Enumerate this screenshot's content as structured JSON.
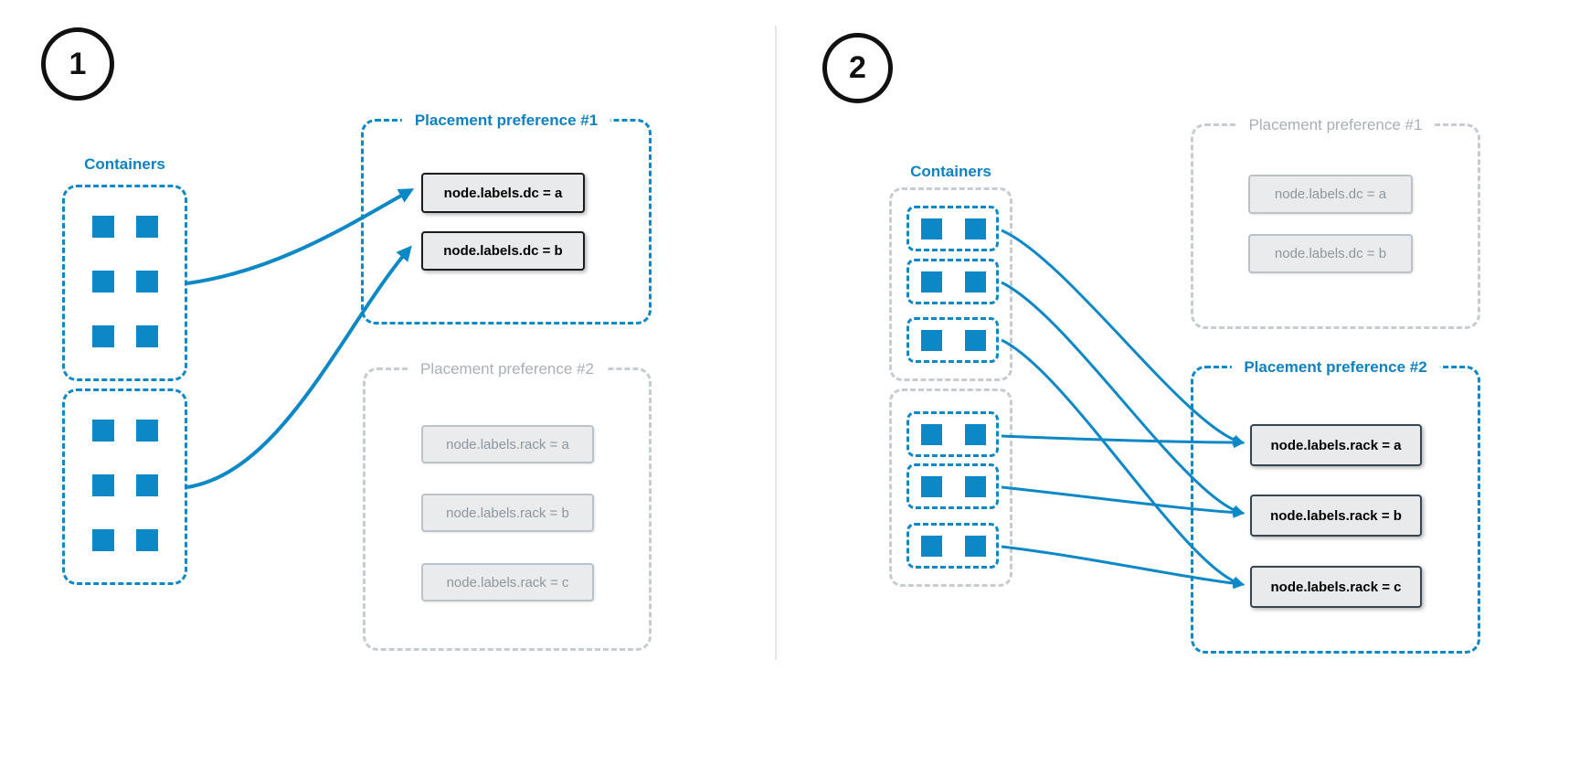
{
  "colors": {
    "blue": "#0b88c5",
    "blue_text": "#0e82c0",
    "gray_border": "#c6ccd0",
    "gray_text": "#a8b0b6",
    "item_fill": "#e8eaec",
    "item_border_active": "#1c1c1c",
    "item_border_active_slate": "#36454e",
    "item_text_inactive": "#8e979e",
    "divider": "#e6e6e6",
    "step_circle_border": "#111111"
  },
  "panel1": {
    "step": "1",
    "containers_label": "Containers",
    "container_groups": [
      {
        "container_count": 6
      },
      {
        "container_count": 6
      }
    ],
    "preferences": [
      {
        "title": "Placement preference #1",
        "state": "active",
        "items": [
          "node.labels.dc = a",
          "node.labels.dc = b"
        ]
      },
      {
        "title": "Placement preference #2",
        "state": "inactive",
        "items": [
          "node.labels.rack = a",
          "node.labels.rack = b",
          "node.labels.rack = c"
        ]
      }
    ],
    "connections": [
      {
        "from": "container-group-1",
        "to": "node.labels.dc = a"
      },
      {
        "from": "container-group-2",
        "to": "node.labels.dc = b"
      }
    ]
  },
  "panel2": {
    "step": "2",
    "containers_label": "Containers",
    "container_groups": [
      {
        "sub_boxes": [
          {
            "container_count": 2
          },
          {
            "container_count": 2
          },
          {
            "container_count": 2
          }
        ]
      },
      {
        "sub_boxes": [
          {
            "container_count": 2
          },
          {
            "container_count": 2
          },
          {
            "container_count": 2
          }
        ]
      }
    ],
    "preferences": [
      {
        "title": "Placement preference #1",
        "state": "inactive",
        "items": [
          "node.labels.dc = a",
          "node.labels.dc = b"
        ]
      },
      {
        "title": "Placement preference #2",
        "state": "active",
        "items": [
          "node.labels.rack = a",
          "node.labels.rack = b",
          "node.labels.rack = c"
        ]
      }
    ],
    "connections": [
      {
        "from": "container-box-1",
        "to": "node.labels.rack = a"
      },
      {
        "from": "container-box-2",
        "to": "node.labels.rack = b"
      },
      {
        "from": "container-box-3",
        "to": "node.labels.rack = c"
      },
      {
        "from": "container-box-4",
        "to": "node.labels.rack = a"
      },
      {
        "from": "container-box-5",
        "to": "node.labels.rack = b"
      },
      {
        "from": "container-box-6",
        "to": "node.labels.rack = c"
      }
    ]
  }
}
